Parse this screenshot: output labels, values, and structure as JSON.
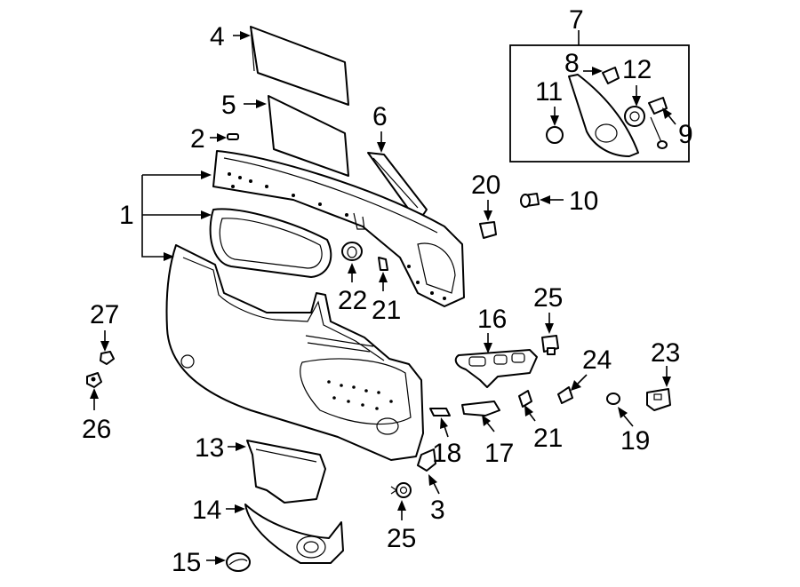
{
  "diagram": {
    "callouts": {
      "c1": "1",
      "c2": "2",
      "c3": "3",
      "c4": "4",
      "c5": "5",
      "c6": "6",
      "c7": "7",
      "c8": "8",
      "c9": "9",
      "c10": "10",
      "c11": "11",
      "c12": "12",
      "c13": "13",
      "c14": "14",
      "c15": "15",
      "c16": "16",
      "c17": "17",
      "c18": "18",
      "c19": "19",
      "c20": "20",
      "c21a": "21",
      "c21b": "21",
      "c22": "22",
      "c23": "23",
      "c24": "24",
      "c25a": "25",
      "c25b": "25",
      "c26": "26",
      "c27": "27"
    },
    "colors": {
      "line": "#000000",
      "fill": "#ffffff"
    }
  }
}
